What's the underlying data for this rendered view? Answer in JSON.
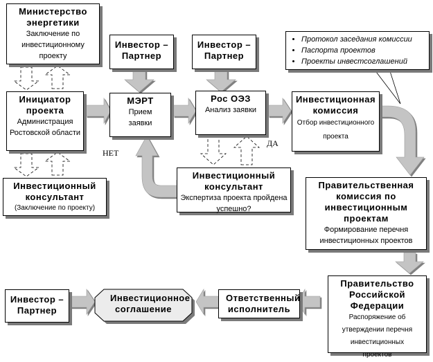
{
  "diagram": {
    "nodes": {
      "ministry": {
        "title": "Министерство энергетики",
        "subtitle": "Заключение по инвестиционному проекту"
      },
      "initiator": {
        "title": "Инициатор проекта",
        "subtitle": "Администрация Ростовской области"
      },
      "consultant_left": {
        "title": "Инвестиционный консультант",
        "subtitle": "(Заключение по проекту)"
      },
      "investor1": {
        "title": "Инвестор – Партнер"
      },
      "investor2": {
        "title": "Инвестор – Партнер"
      },
      "mert": {
        "title": "МЭРТ",
        "subtitle": "Прием заявки"
      },
      "rosoez": {
        "title": "Рос ОЭЗ",
        "subtitle": "Анализ заявки"
      },
      "commission": {
        "title": "Инвестиционная комиссия",
        "subtitle": "Отбор инвестиционного проекта"
      },
      "consultant_mid": {
        "title": "Инвестиционный консультант",
        "subtitle": "Экспертиза проекта пройдена успешно?"
      },
      "gov_commission": {
        "title": "Правительственная комиссия по инвестиционным проектам",
        "subtitle": "Формирование перечня инвестиционных проектов"
      },
      "government": {
        "title": "Правительство Российской Федерации",
        "subtitle": "Распоряжение об утверждении перечня инвестиционных проектов"
      },
      "executor": {
        "title": "Ответственный исполнитель"
      },
      "agreement": {
        "title": "Инвестиционное соглашение"
      },
      "investor3": {
        "title": "Инвестор – Партнер"
      }
    },
    "callout_items": [
      "Протокол заседания комиссии",
      "Паспорта проектов",
      "Проекты инвестсоглашений"
    ],
    "labels": {
      "no": "НЕТ",
      "yes": "ДА"
    }
  }
}
